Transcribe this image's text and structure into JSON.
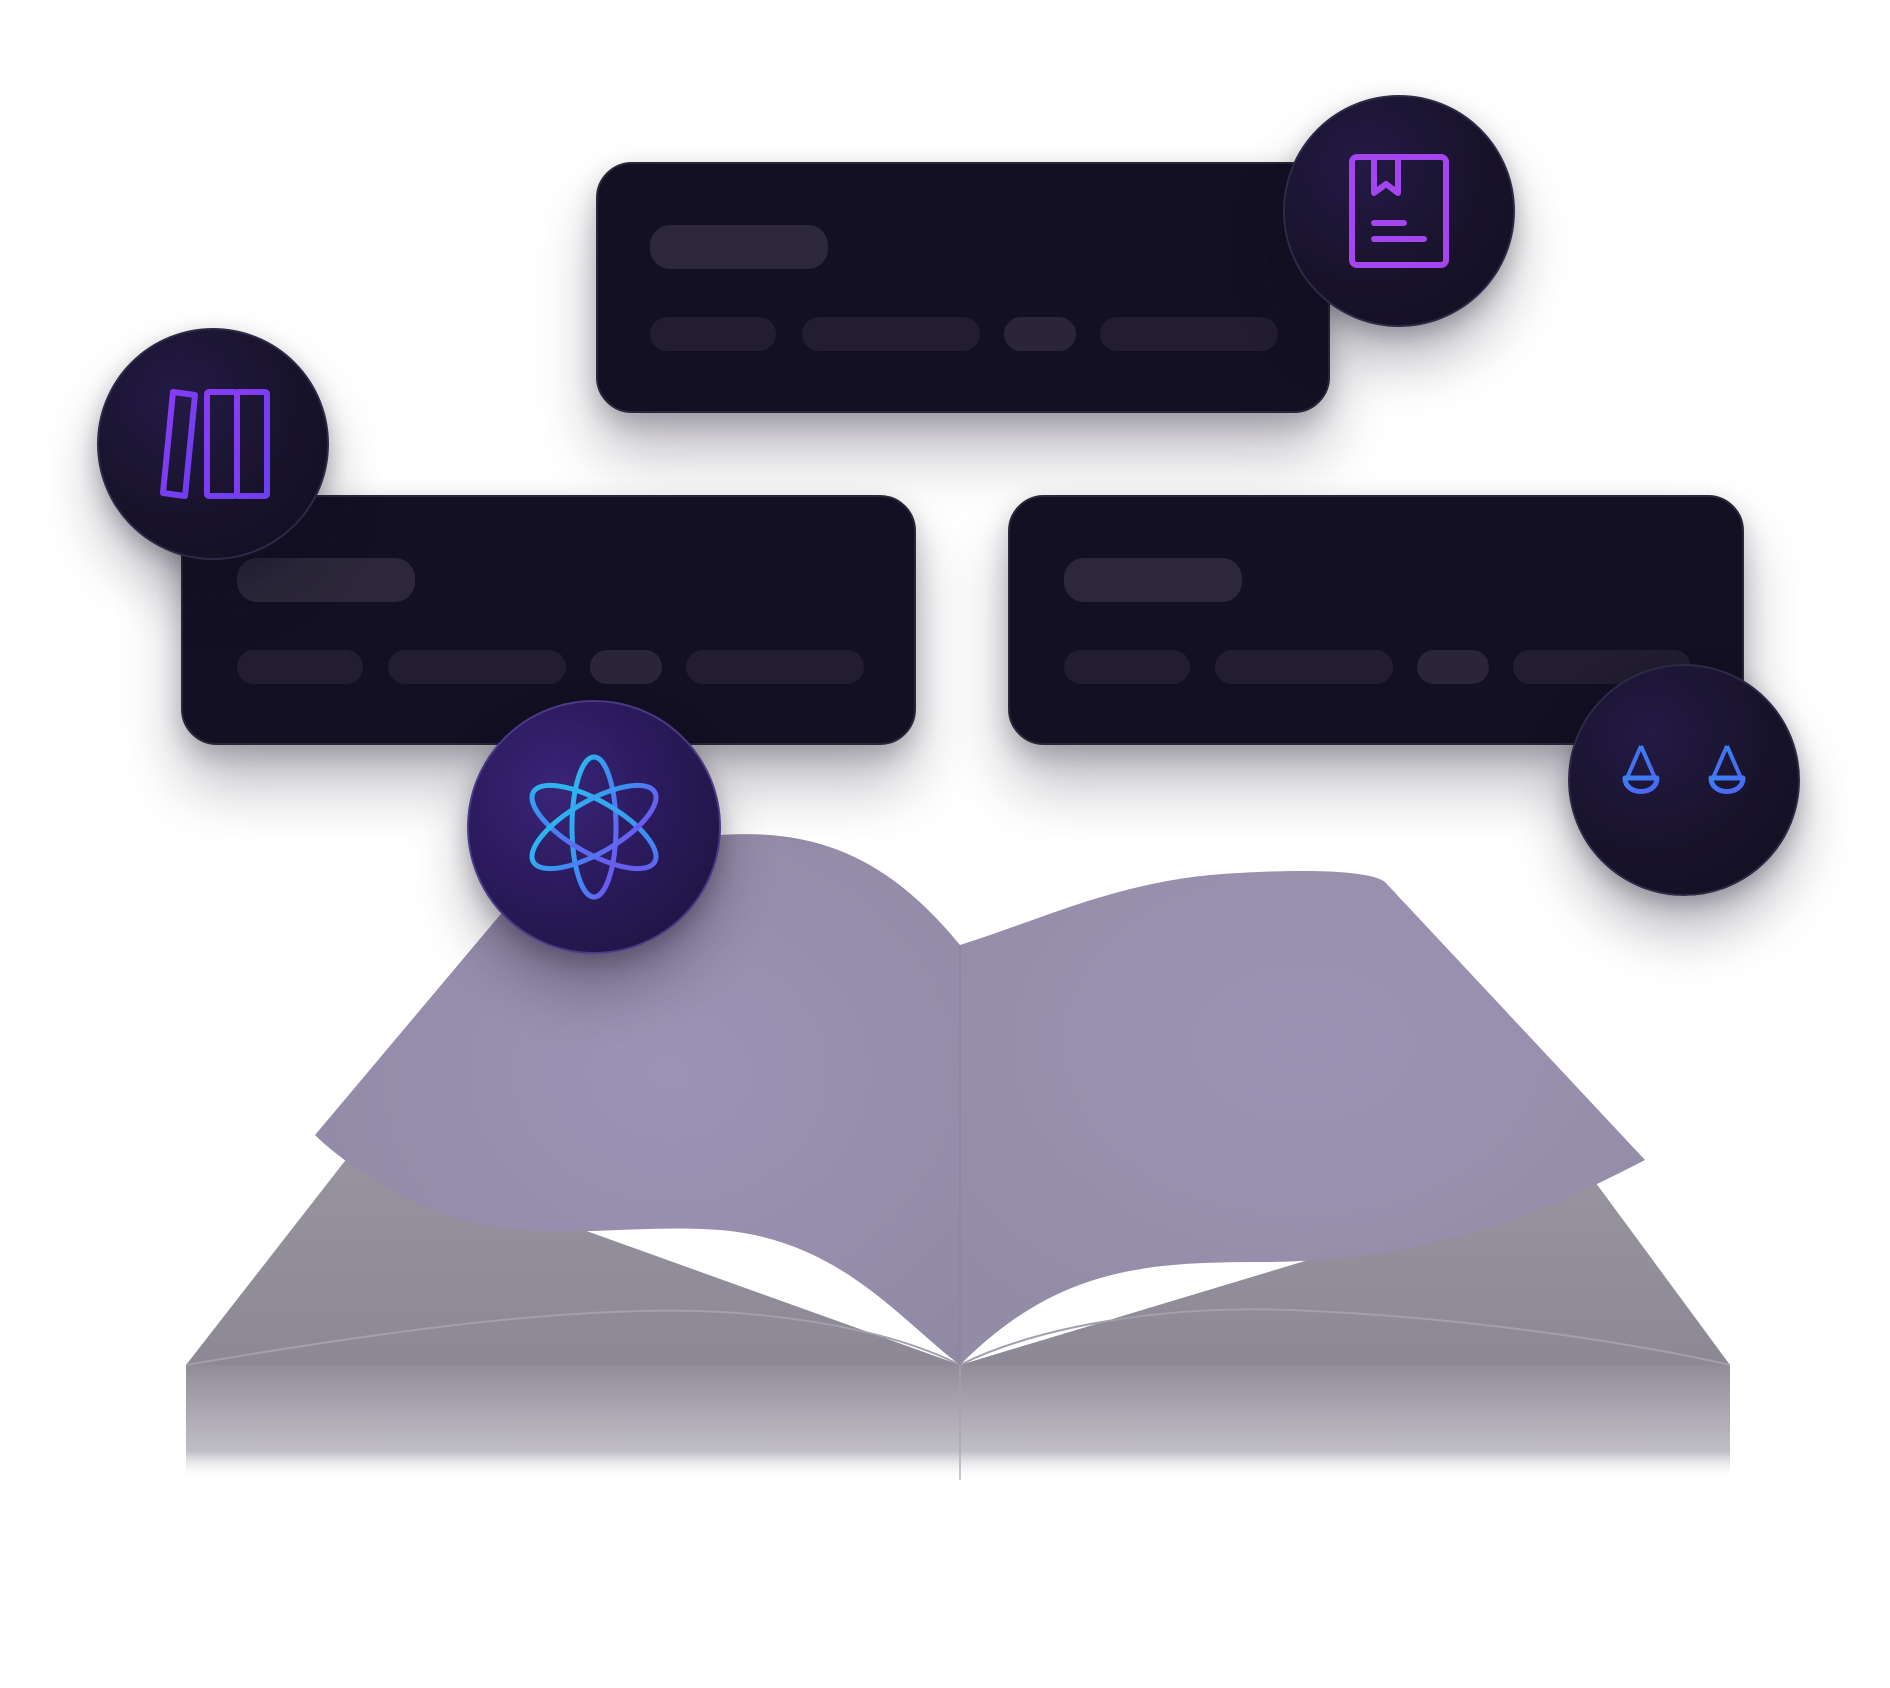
{
  "illustration": {
    "colors": {
      "card_background": "#141023",
      "badge_background": "#171228",
      "accent_purple": "#a545ef",
      "accent_violet": "#7a3cf0",
      "accent_blue": "#3e7cf5",
      "accent_cyan": "#27b7ee",
      "book_page": "#9a92ad",
      "book_cover": "#8f8b99"
    },
    "cards": [
      {
        "name": "card-top"
      },
      {
        "name": "card-left"
      },
      {
        "name": "card-right"
      }
    ],
    "badges": [
      {
        "icon": "bookmarked-book-icon"
      },
      {
        "icon": "bookshelf-icon"
      },
      {
        "icon": "atom-icon"
      },
      {
        "icon": "balance-scale-icon"
      }
    ],
    "book": {
      "icon": "open-book-illustration"
    }
  }
}
